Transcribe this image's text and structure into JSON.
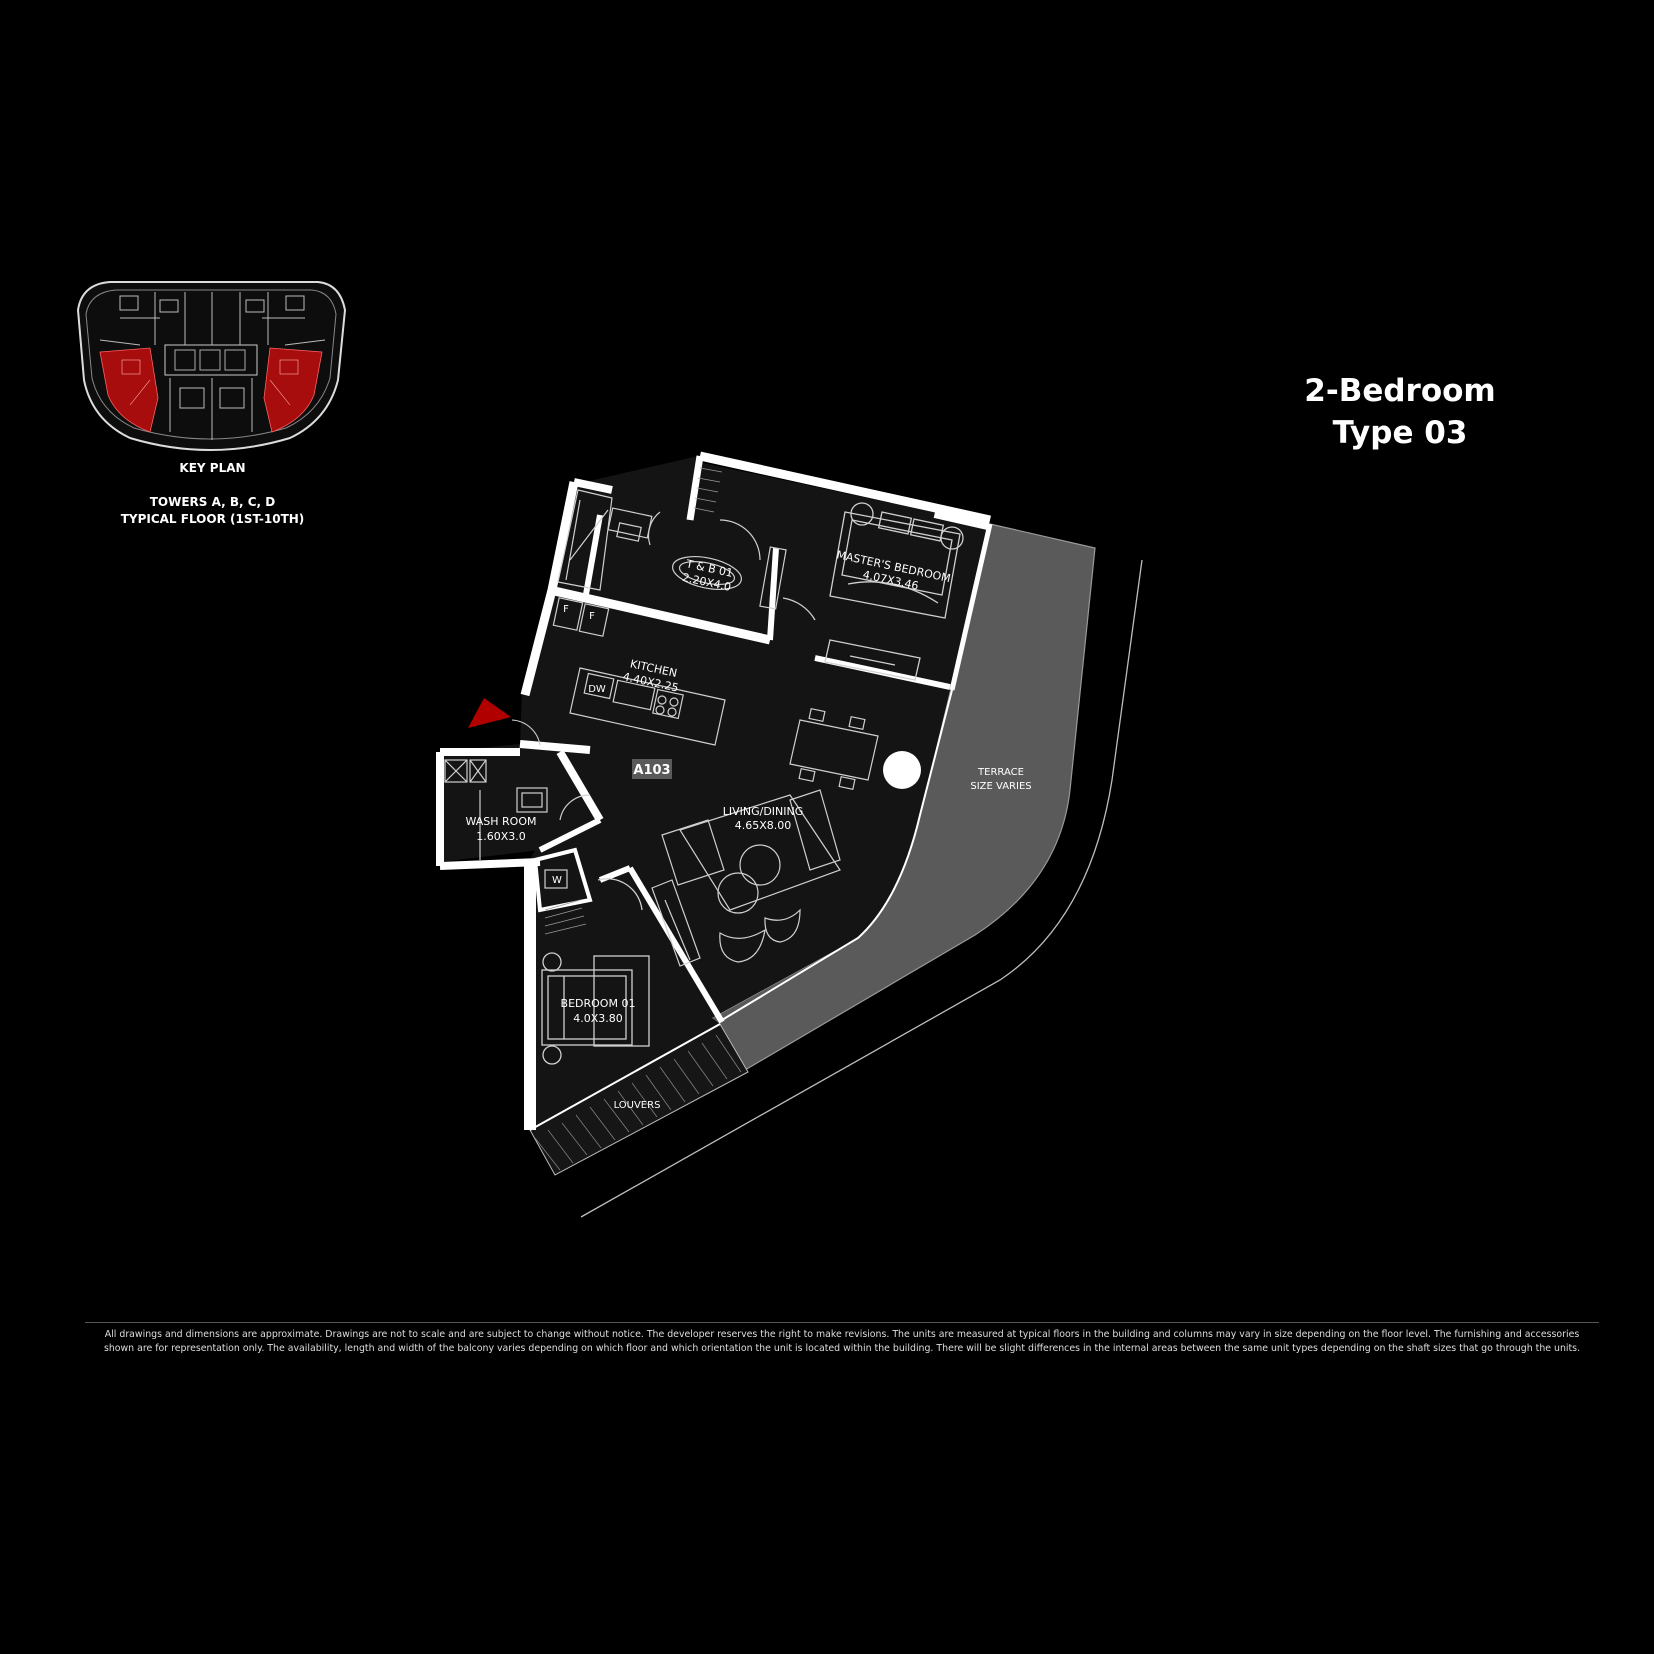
{
  "unit": {
    "title_line1": "2-Bedroom",
    "title_line2": "Type 03",
    "code": "A103"
  },
  "key_plan": {
    "label": "KEY PLAN",
    "towers": "TOWERS A, B, C, D",
    "floor": "TYPICAL FLOOR (1ST-10TH)"
  },
  "rooms": {
    "tb01": {
      "name": "T & B 01",
      "size": "2.20X4.0"
    },
    "master": {
      "name": "MASTER'S BEDROOM",
      "size": "4.07X3.46"
    },
    "kitchen": {
      "name": "KITCHEN",
      "size": "4.40X2.25"
    },
    "living": {
      "name": "LIVING/DINING",
      "size": "4.65X8.00"
    },
    "washroom": {
      "name": "WASH ROOM",
      "size": "1.60X3.0"
    },
    "bedroom01": {
      "name": "BEDROOM 01",
      "size": "4.0X3.80"
    },
    "terrace": {
      "name": "TERRACE",
      "size": "SIZE VARIES"
    },
    "louvers": {
      "name": "LOUVERS"
    }
  },
  "fixtures": {
    "dishwasher": "DW",
    "fridge_a": "F",
    "fridge_b": "F",
    "washer": "W"
  },
  "colors": {
    "background": "#000000",
    "floor": "#141414",
    "terrace": "#5a5a5a",
    "wall": "#ffffff",
    "accent_red": "#b00000"
  },
  "disclaimer": {
    "line1": "All drawings and dimensions are approximate. Drawings are not to scale and are subject to change without notice. The developer reserves the right to make revisions. The units are measured at typical floors in the building and columns may vary in size depending on the floor level. The furnishing and accessories",
    "line2": "shown are for representation only. The availability, length and width of the balcony varies depending on which floor and which orientation the unit is located within the building. There will be slight differences in the internal areas between the same unit types depending on the shaft sizes that go through the units."
  }
}
